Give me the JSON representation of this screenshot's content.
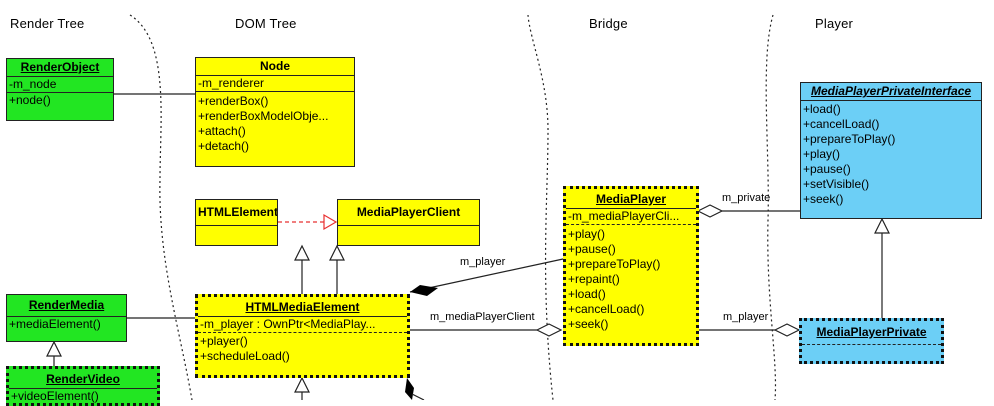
{
  "columns": {
    "render_tree": "Render Tree",
    "dom_tree": "DOM Tree",
    "bridge": "Bridge",
    "player": "Player"
  },
  "classes": {
    "render_object": {
      "name": "RenderObject",
      "attributes": [
        "-m_node"
      ],
      "methods": [
        "+node()"
      ]
    },
    "node": {
      "name": "Node",
      "attributes": [
        "-m_renderer"
      ],
      "methods": [
        "+renderBox()",
        "+renderBoxModelObje...",
        "+attach()",
        "+detach()"
      ]
    },
    "html_element": {
      "name": "HTMLElement"
    },
    "media_player_client": {
      "name": "MediaPlayerClient"
    },
    "render_media": {
      "name": "RenderMedia",
      "methods": [
        "+mediaElement()"
      ]
    },
    "html_media_element": {
      "name": "HTMLMediaElement",
      "attributes": [
        "-m_player : OwnPtr<MediaPlay..."
      ],
      "methods": [
        "+player()",
        "+scheduleLoad()"
      ]
    },
    "render_video": {
      "name": "RenderVideo",
      "methods": [
        "+videoElement()"
      ]
    },
    "media_player": {
      "name": "MediaPlayer",
      "attributes": [
        "-m_mediaPlayerCli..."
      ],
      "methods": [
        "+play()",
        "+pause()",
        "+prepareToPlay()",
        "+repaint()",
        "+load()",
        "+cancelLoad()",
        "+seek()"
      ]
    },
    "media_player_private_interface": {
      "name": "MediaPlayerPrivateInterface",
      "methods": [
        "+load()",
        "+cancelLoad()",
        "+prepareToPlay()",
        "+play()",
        "+pause()",
        "+setVisible()",
        "+seek()"
      ]
    },
    "media_player_private": {
      "name": "MediaPlayerPrivate"
    }
  },
  "associations": {
    "m_player": "m_player",
    "m_media_player_client": "m_mediaPlayerClient",
    "m_private": "m_private",
    "m_player_bridge": "m_player"
  },
  "colors": {
    "render_tree": "#22e622",
    "dom_tree": "#ffff00",
    "player": "#6ccff6",
    "realization_arrow": "#e83030"
  }
}
